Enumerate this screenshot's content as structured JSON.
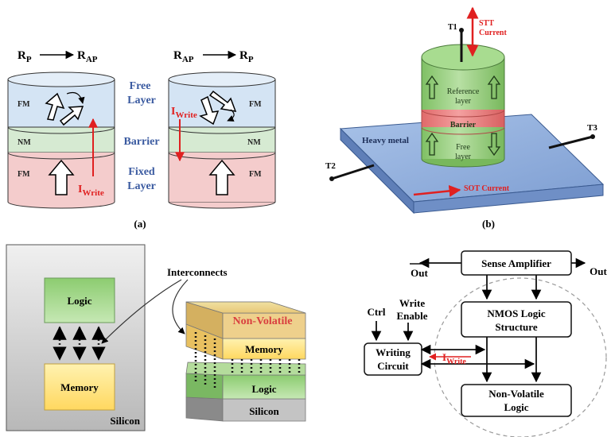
{
  "panel_a": {
    "left_transition": {
      "from": "R",
      "from_sub": "P",
      "to": "R",
      "to_sub": "AP"
    },
    "right_transition": {
      "from": "R",
      "from_sub": "AP",
      "to": "R",
      "to_sub": "P"
    },
    "layer_names": [
      "FM",
      "NM",
      "FM"
    ],
    "right_layer_names": [
      "FM",
      "NM",
      "FM"
    ],
    "free_layer": [
      "Free",
      "Layer"
    ],
    "barrier": "Barrier",
    "fixed_layer": [
      "Fixed",
      "Layer"
    ],
    "iwrite": {
      "main": "I",
      "sub": "Write"
    },
    "caption": "(a)",
    "colors": {
      "free": "#d4e4f4",
      "barrier": "#d6ead2",
      "fixed": "#f4cccc",
      "label": "#3a5aa0",
      "current": "#e02020"
    }
  },
  "panel_b": {
    "t1": "T1",
    "t2": "T2",
    "t3": "T3",
    "stt": [
      "STT",
      "Current"
    ],
    "reference": [
      "Reference",
      "layer"
    ],
    "barrier": "Barrier",
    "free": [
      "Free",
      "layer"
    ],
    "heavy_metal": "Heavy metal",
    "sot": "SOT Current",
    "caption": "(b)",
    "colors": {
      "plate": "#7f9fd0",
      "cylinder": "#a6d890",
      "barrier": "#ee8080",
      "current": "#e02020"
    }
  },
  "panel_c": {
    "silicon": "Silicon",
    "logic": "Logic",
    "memory": "Memory",
    "interconnects": "Interconnects",
    "non_volatile": "Non-Volatile",
    "stack_memory": "Memory",
    "stack_logic": "Logic",
    "stack_silicon": "Silicon",
    "colors": {
      "logic": "#a8d890",
      "memory": "#ffe680",
      "nv": "#d94040"
    }
  },
  "panel_d": {
    "sense_amplifier": "Sense Amplifier",
    "out_bar": "Out",
    "out": "Out",
    "nmos": [
      "NMOS Logic",
      "Structure"
    ],
    "ctrl": "Ctrl",
    "write_enable": [
      "Write",
      "Enable"
    ],
    "writing_circuit": [
      "Writing",
      "Circuit"
    ],
    "iwrite": {
      "main": "I",
      "sub": "Write"
    },
    "nv_logic": [
      "Non-Volatile",
      "Logic"
    ]
  }
}
